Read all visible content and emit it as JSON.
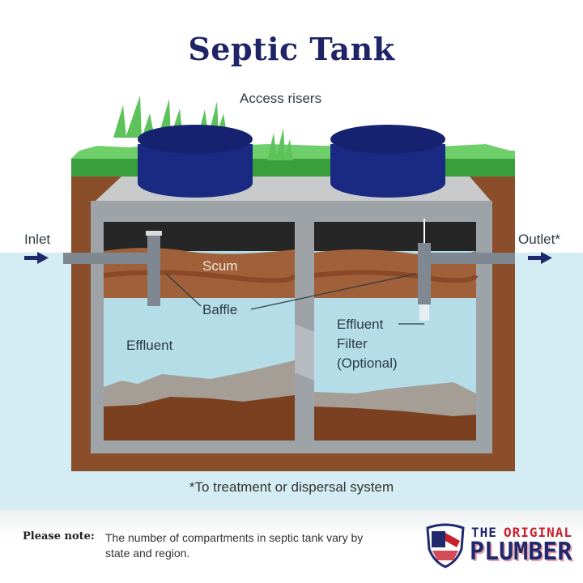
{
  "title": "Septic Tank",
  "labels": {
    "access_risers": "Access risers",
    "inlet": "Inlet",
    "outlet": "Outlet*",
    "scum": "Scum",
    "baffle": "Baffle",
    "effluent": "Effluent",
    "effluent_filter_line1": "Effluent",
    "effluent_filter_line2": "Filter",
    "effluent_filter_line3": "(Optional)",
    "footnote": "*To treatment or dispersal system"
  },
  "note": {
    "label": "Please note",
    "text": "The number of compartments in septic tank vary by state and region."
  },
  "logo": {
    "the": "THE",
    "original": "ORIGINAL",
    "plumber": "PLUMBER"
  },
  "colors": {
    "title": "#1f2466",
    "riser": "#1a2a82",
    "grass": "#4caf50",
    "soil": "#8a4f2a",
    "concrete": "#9ea3a8",
    "water": "#b4dde8",
    "scum": "#a0603a",
    "sludge": "#7a4020",
    "sediment": "#a49e96",
    "arrow": "#1f2a6e"
  }
}
